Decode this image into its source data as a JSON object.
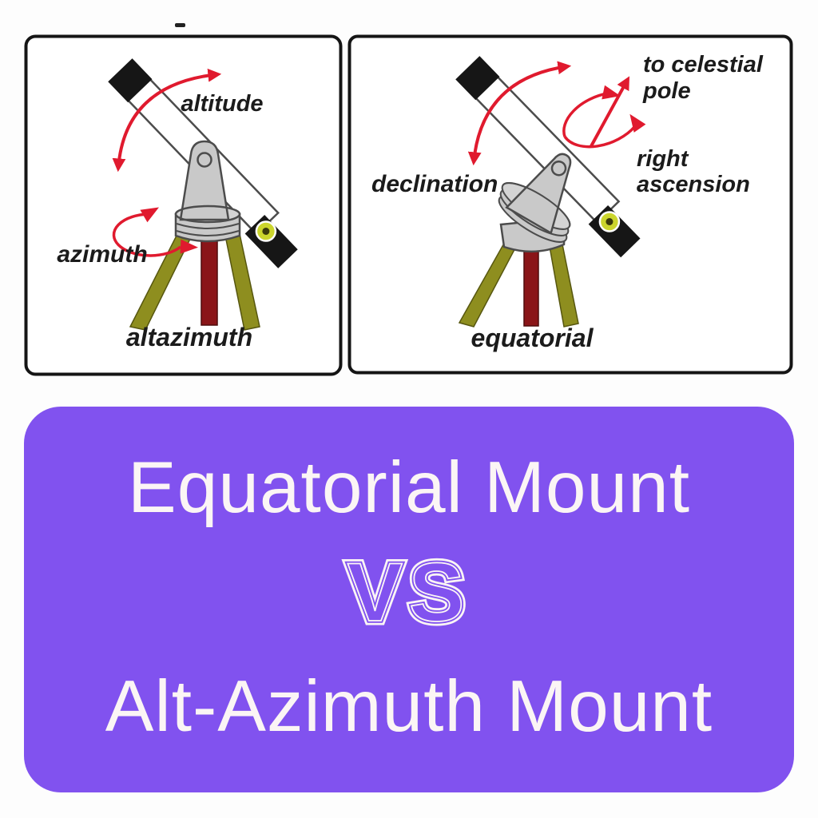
{
  "panels": {
    "altazimuth": {
      "labels": {
        "altitude": "altitude",
        "azimuth": "azimuth",
        "caption": "altazimuth"
      }
    },
    "equatorial": {
      "labels": {
        "pole_line1": "to celestial",
        "pole_line2": "pole",
        "ra_line1": "right",
        "ra_line2": "ascension",
        "declination": "declination",
        "caption": "equatorial"
      }
    }
  },
  "banner": {
    "line1": "Equatorial Mount",
    "vs": "VS",
    "line2": "Alt-Azimuth Mount",
    "background": "#8152EF",
    "text_color": "#FBF5F5"
  },
  "colors": {
    "arrow_red": "#E01A2E",
    "tripod_olive": "#8E8E1F",
    "column_maroon": "#8A1518",
    "mount_gray": "#C9C9C9",
    "outline_gray": "#4C4C4C",
    "eyepiece_yellow": "#CBD52D",
    "panel_border": "#151515"
  }
}
